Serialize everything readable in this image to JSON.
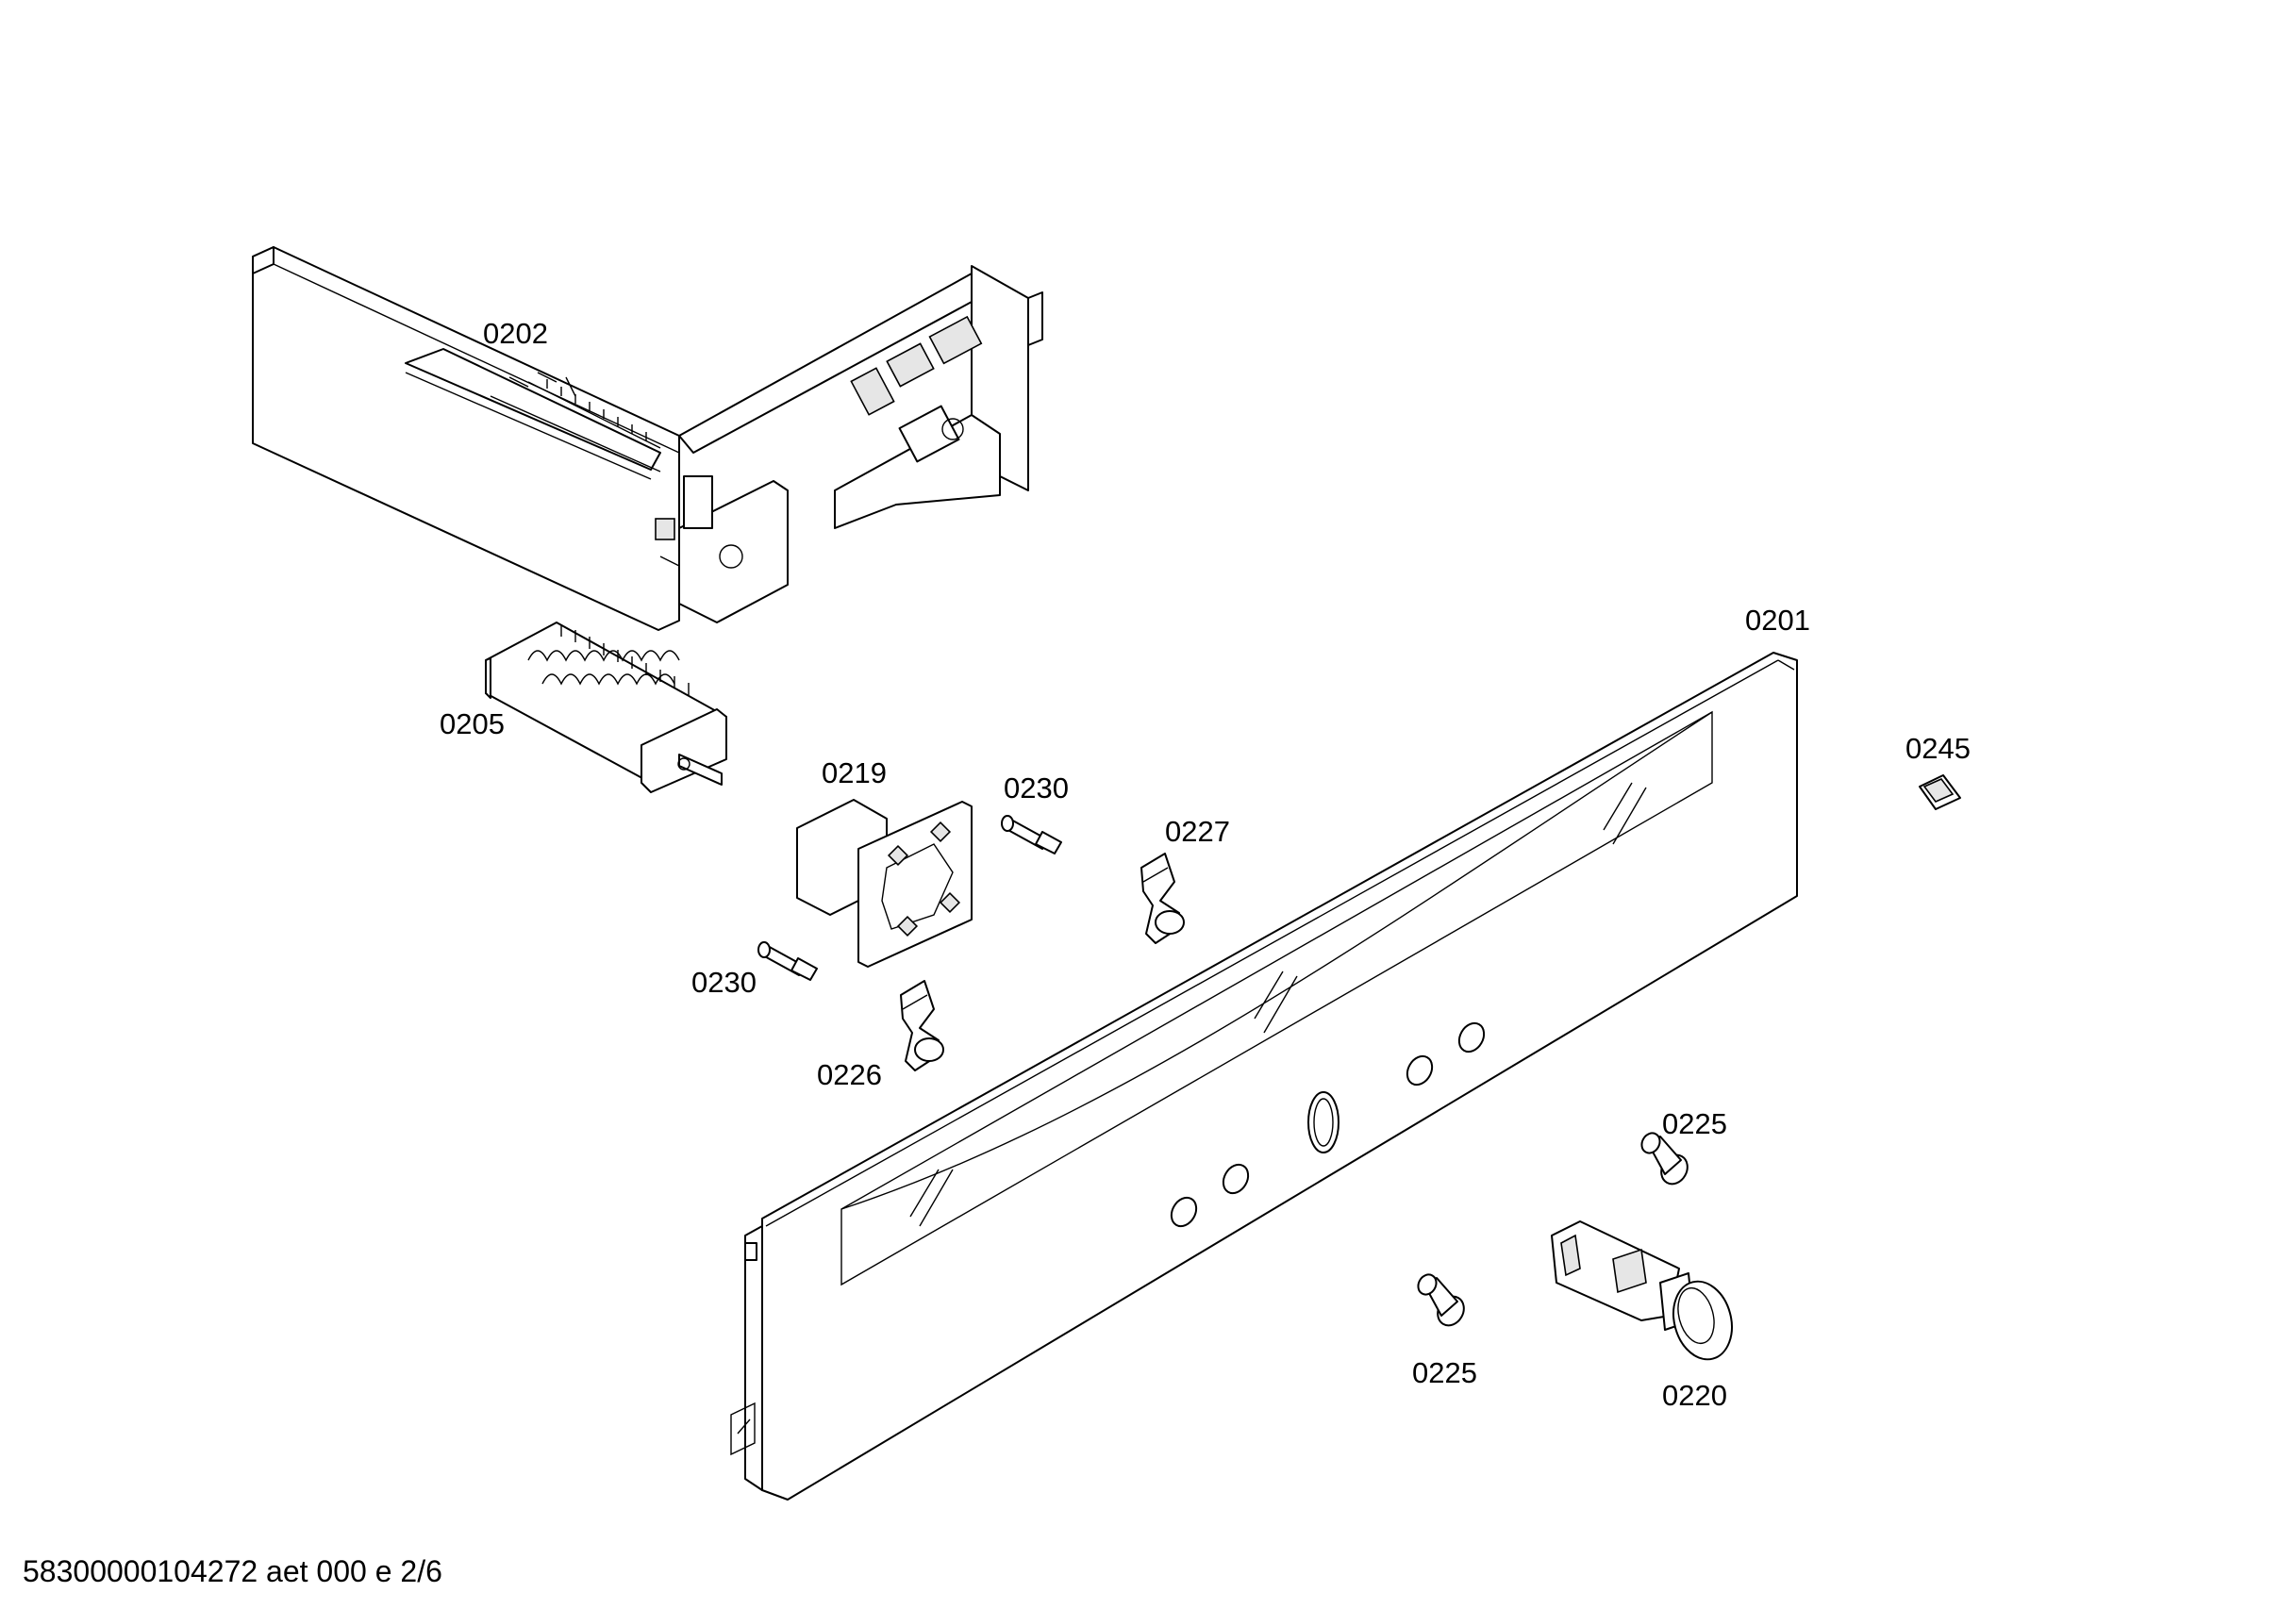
{
  "labels": {
    "p0202": "0202",
    "p0205": "0205",
    "p0219": "0219",
    "p0230_top": "0230",
    "p0230_bottom": "0230",
    "p0227": "0227",
    "p0226": "0226",
    "p0201": "0201",
    "p0245": "0245",
    "p0225_top": "0225",
    "p0225_bottom": "0225",
    "p0220": "0220"
  },
  "footer": {
    "doc_id": "58300000104272 aet 000 e 2/6"
  },
  "colors": {
    "line": "#000000",
    "background": "#ffffff"
  }
}
